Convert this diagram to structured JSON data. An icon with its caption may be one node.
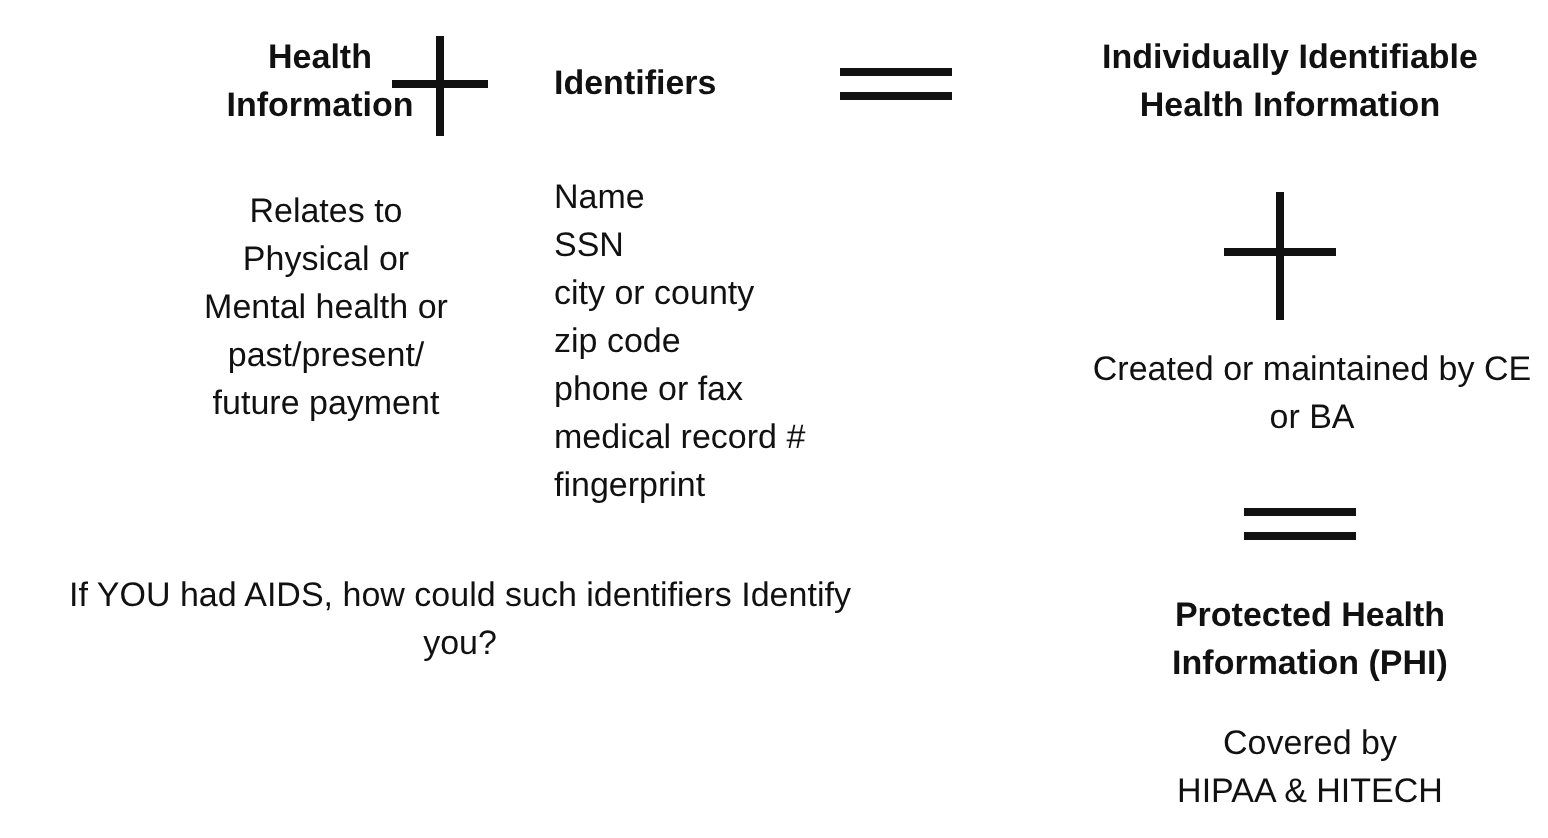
{
  "diagram": {
    "labels": [
      "Health Information",
      "Identifiers",
      "Individually Identifiable Health Information",
      "Relates to Physical or Mental health or past/present/ future payment",
      "Name",
      "SSN",
      "city or county",
      "zip code",
      "phone or fax",
      "medical record #",
      "fingerprint",
      "Created or maintained by CE or BA",
      "Protected Health Information (PHI)",
      "Covered by HIPAA & HITECH",
      "If YOU had AIDS, how could such identifiers Identify you?"
    ]
  }
}
